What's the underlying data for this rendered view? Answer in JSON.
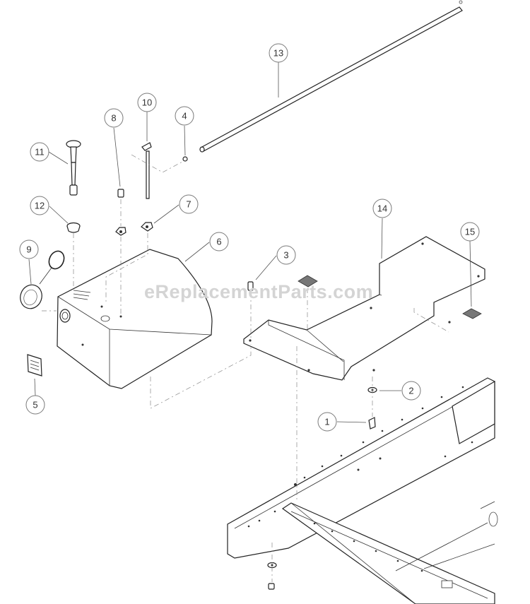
{
  "watermark": "eReplacementParts.com",
  "callouts": [
    {
      "id": "1",
      "label": "1"
    },
    {
      "id": "2",
      "label": "2"
    },
    {
      "id": "3",
      "label": "3"
    },
    {
      "id": "4",
      "label": "4"
    },
    {
      "id": "5",
      "label": "5"
    },
    {
      "id": "6",
      "label": "6"
    },
    {
      "id": "7",
      "label": "7"
    },
    {
      "id": "8",
      "label": "8"
    },
    {
      "id": "9",
      "label": "9"
    },
    {
      "id": "10",
      "label": "10"
    },
    {
      "id": "11",
      "label": "11"
    },
    {
      "id": "12",
      "label": "12"
    },
    {
      "id": "13",
      "label": "13"
    },
    {
      "id": "14",
      "label": "14"
    },
    {
      "id": "15",
      "label": "15"
    }
  ]
}
